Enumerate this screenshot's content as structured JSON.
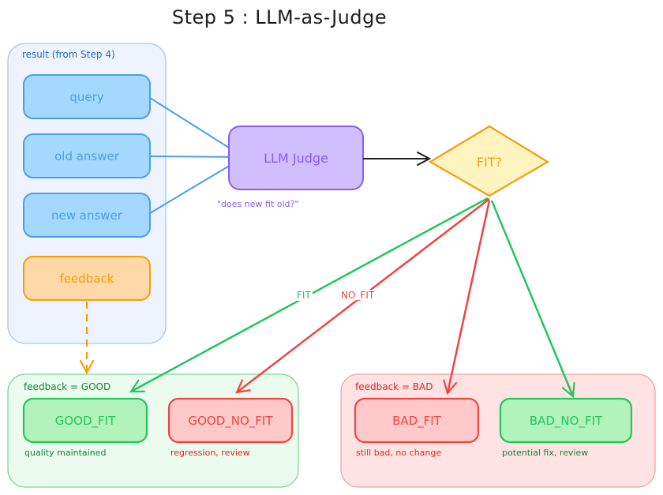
{
  "title": "Step 5 : LLM-as-Judge",
  "colors": {
    "blue_stroke": "#4a9eed",
    "blue_fill": "#a5d8ff",
    "blue_group_fill": "#eef3fe",
    "blue_group_stroke": "#a5c8f5",
    "orange_stroke": "#f59e0b",
    "orange_fill": "#ffd8a8",
    "purple_stroke": "#8b5cf6",
    "purple_fill": "#d0bfff",
    "diamond_fill": "#fff3bf",
    "green_stroke": "#22c55e",
    "green_fill": "#b2f2bb",
    "green_group_fill": "#ebfbee",
    "green_text": "#15803d",
    "red_stroke": "#ef4444",
    "red_fill": "#ffc9c9",
    "red_group_fill": "#ffe3e3",
    "red_text": "#dc2626",
    "black": "#1e1e1e"
  },
  "input_group": {
    "label": "result (from Step 4)",
    "nodes": [
      {
        "id": "query",
        "label": "query"
      },
      {
        "id": "old_answer",
        "label": "old answer"
      },
      {
        "id": "new_answer",
        "label": "new answer"
      },
      {
        "id": "feedback",
        "label": "feedback"
      }
    ]
  },
  "judge": {
    "label": "LLM Judge",
    "caption": "\"does new fit old?\""
  },
  "decision": {
    "label": "FIT?"
  },
  "edge_labels": {
    "fit": "FIT",
    "no_fit": "NO_FIT"
  },
  "good_group": {
    "label": "feedback = GOOD",
    "outcomes": [
      {
        "label": "GOOD_FIT",
        "caption": "quality maintained"
      },
      {
        "label": "GOOD_NO_FIT",
        "caption": "regression, review"
      }
    ]
  },
  "bad_group": {
    "label": "feedback = BAD",
    "outcomes": [
      {
        "label": "BAD_FIT",
        "caption": "still bad, no change"
      },
      {
        "label": "BAD_NO_FIT",
        "caption": "potential fix, review"
      }
    ]
  }
}
